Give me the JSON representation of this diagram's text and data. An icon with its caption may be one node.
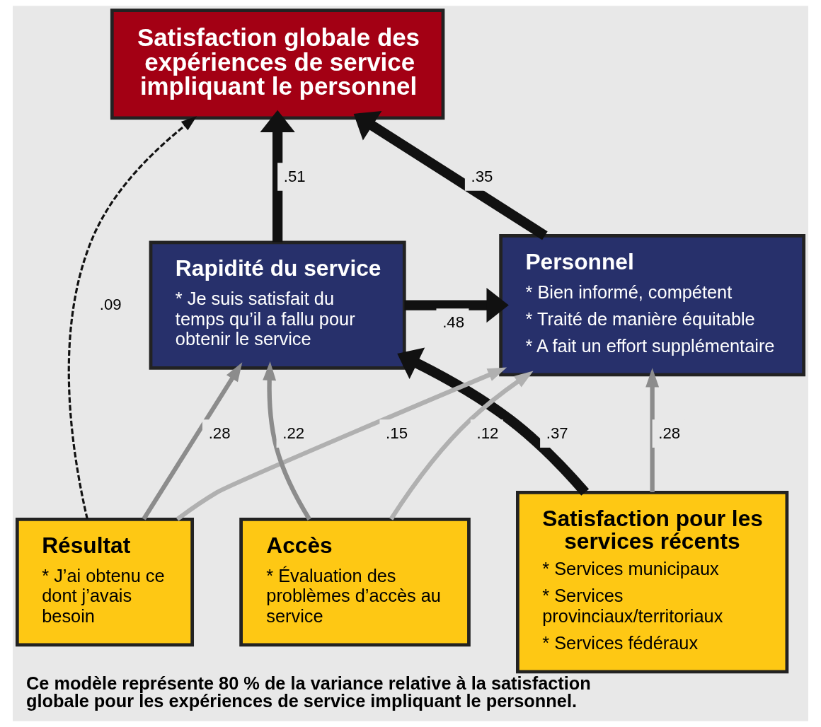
{
  "diagram": {
    "caption": "Ce modèle représente 80 % de la variance relative à la satisfaction globale pour les expériences de service impliquant le personnel.",
    "nodes": [
      {
        "text": [
          "Satisfaction globale des expériences de service impliquant le personnel"
        ]
      },
      {
        "text": [
          "Personnel",
          "* Bien informé, compétent",
          "* Traité de manière équitable",
          "* A fait un effort supplémentaire"
        ]
      },
      {
        "text": [
          "Rapidité du service",
          "* Je suis satisfait du temps qu’il a fallu pour obtenir le service"
        ]
      },
      {
        "text": [
          "Satisfaction pour les services récents",
          "* Services municipaux",
          "* Services provinciaux/territoriaux",
          "* Services fédéraux"
        ]
      },
      {
        "text": [
          "Résultat",
          "* J’ai obtenu ce dont j’avais besoin"
        ]
      },
      {
        "text": [
          "Accès",
          "* Évaluation des problèmes d’accès au service"
        ]
      }
    ],
    "edges": [
      {
        "from": 1,
        "to": 0,
        "arrow": "to",
        "label": ".35",
        "style": "thick"
      },
      {
        "from": 4,
        "to": 0,
        "arrow": "to",
        "label": ".09",
        "style": "dashed"
      },
      {
        "from": 2,
        "to": 0,
        "arrow": "to",
        "label": ".51",
        "style": "thick"
      },
      {
        "from": 2,
        "to": 1,
        "arrow": "to",
        "label": ".48",
        "style": "thick"
      },
      {
        "from": 3,
        "to": 1,
        "arrow": "to",
        "label": ".28",
        "color": "#8c8c8c"
      },
      {
        "from": 3,
        "to": 2,
        "arrow": "to",
        "label": ".37",
        "style": "thick"
      },
      {
        "from": 4,
        "to": 1,
        "arrow": "to",
        "label": ".15",
        "color": "#b0b0b0"
      },
      {
        "from": 4,
        "to": 2,
        "arrow": "to",
        "label": ".28",
        "color": "#8c8c8c"
      },
      {
        "from": 5,
        "to": 1,
        "arrow": "to",
        "label": ".12",
        "color": "#b0b0b0"
      },
      {
        "from": 5,
        "to": 2,
        "arrow": "to",
        "label": ".22",
        "color": "#8c8c8c"
      }
    ]
  }
}
